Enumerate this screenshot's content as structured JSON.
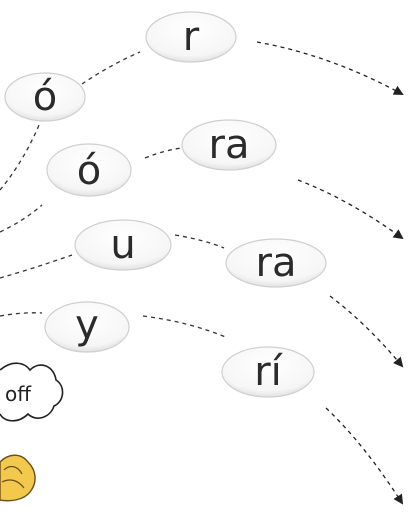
{
  "syllables": {
    "s1": "r",
    "s2": "ó",
    "s3": "ó",
    "s4": "ra",
    "s5": "u",
    "s6": "ra",
    "s7": "y",
    "s8": "rí"
  },
  "cloud_text": "off",
  "colors": {
    "bubble_fill": "#ffffff",
    "bubble_shadow": "#d8d8d8",
    "line": "#333333",
    "character_hair": "#f2c94c"
  }
}
